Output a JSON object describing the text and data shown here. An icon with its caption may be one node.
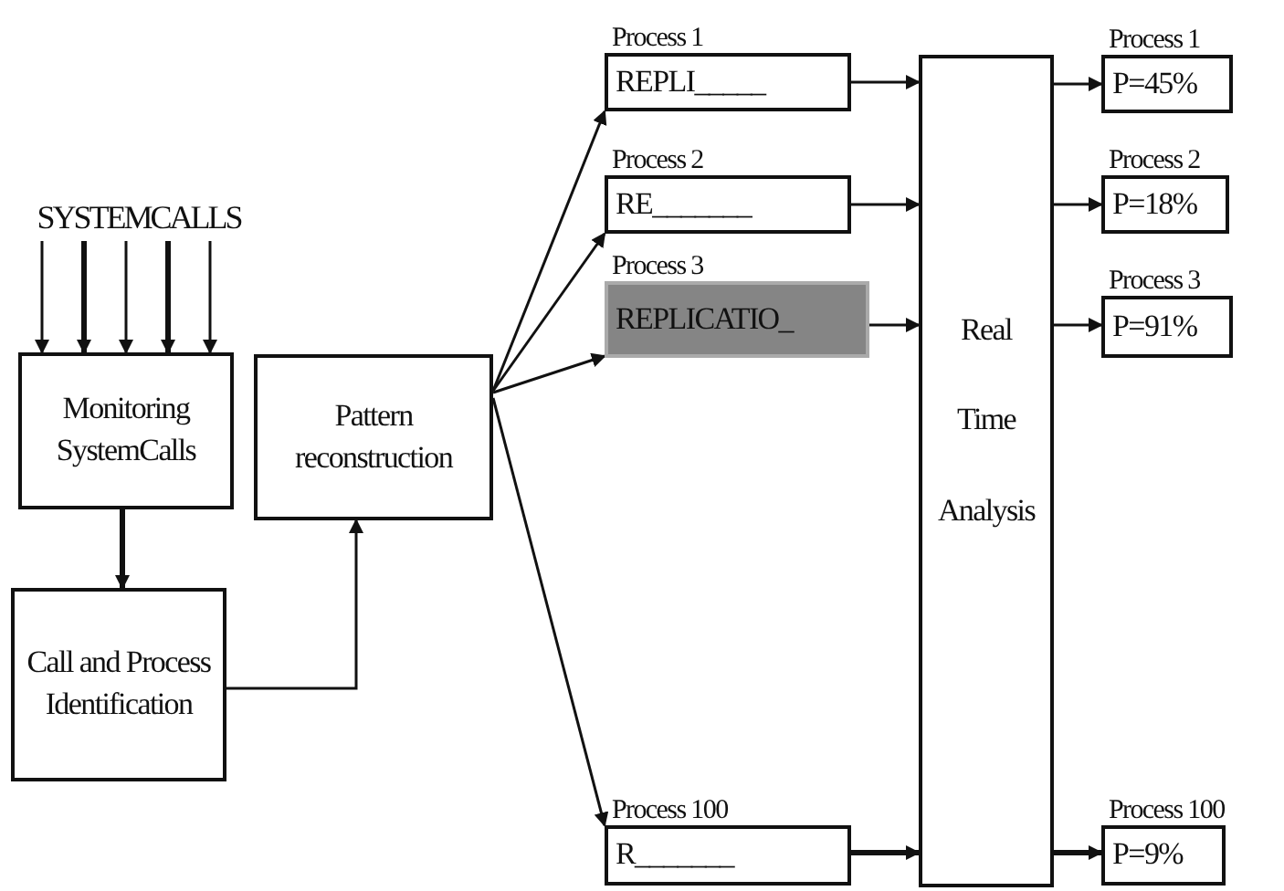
{
  "diagram": {
    "nodes": [
      {
        "text": [
          "SYSTEMCALLS"
        ]
      },
      {
        "text": [
          "Monitoring SystemCalls"
        ]
      },
      {
        "text": [
          "Call and Process Identification"
        ]
      },
      {
        "text": [
          "Pattern reconstruction"
        ]
      },
      {
        "text": [
          "REPLI_____"
        ],
        "beside": [
          "Process 1"
        ]
      },
      {
        "text": [
          "RE_______"
        ],
        "beside": [
          "Process 2"
        ]
      },
      {
        "text": [
          "REPLICATIO_"
        ],
        "beside": [
          "Process 3"
        ]
      },
      {
        "text": [
          "R_______"
        ],
        "beside": [
          "Process 100"
        ]
      },
      {
        "text": [
          "Real Time Analysis"
        ]
      },
      {
        "text": [
          "P=45%"
        ],
        "beside": [
          "Process 1"
        ]
      },
      {
        "text": [
          "P=18%"
        ],
        "beside": [
          "Process 2"
        ]
      },
      {
        "text": [
          "P=91%"
        ],
        "beside": [
          "Process 3"
        ]
      },
      {
        "text": [
          "P=9%"
        ],
        "beside": [
          "Process 100"
        ]
      }
    ],
    "edges": [
      {
        "from": 0,
        "to": 1,
        "arrow": "to"
      },
      {
        "from": 0,
        "to": 1,
        "arrow": "to",
        "style": "thick"
      },
      {
        "from": 0,
        "to": 1,
        "arrow": "to"
      },
      {
        "from": 0,
        "to": 1,
        "arrow": "to",
        "style": "thick"
      },
      {
        "from": 0,
        "to": 1,
        "arrow": "to"
      },
      {
        "from": 1,
        "to": 2,
        "arrow": "to",
        "style": "thick"
      },
      {
        "from": 2,
        "to": 3,
        "arrow": "to"
      },
      {
        "from": 3,
        "to": 4,
        "arrow": "to"
      },
      {
        "from": 3,
        "to": 5,
        "arrow": "to"
      },
      {
        "from": 3,
        "to": 6,
        "arrow": "to"
      },
      {
        "from": 3,
        "to": 7,
        "arrow": "to"
      },
      {
        "from": 4,
        "to": 8,
        "arrow": "to"
      },
      {
        "from": 5,
        "to": 8,
        "arrow": "to"
      },
      {
        "from": 6,
        "to": 8,
        "arrow": "to"
      },
      {
        "from": 7,
        "to": 8,
        "arrow": "to",
        "style": "thick"
      },
      {
        "from": 8,
        "to": 9,
        "arrow": "to"
      },
      {
        "from": 8,
        "to": 10,
        "arrow": "to"
      },
      {
        "from": 8,
        "to": 11,
        "arrow": "to"
      },
      {
        "from": 8,
        "to": 12,
        "arrow": "to",
        "style": "thick"
      }
    ]
  }
}
